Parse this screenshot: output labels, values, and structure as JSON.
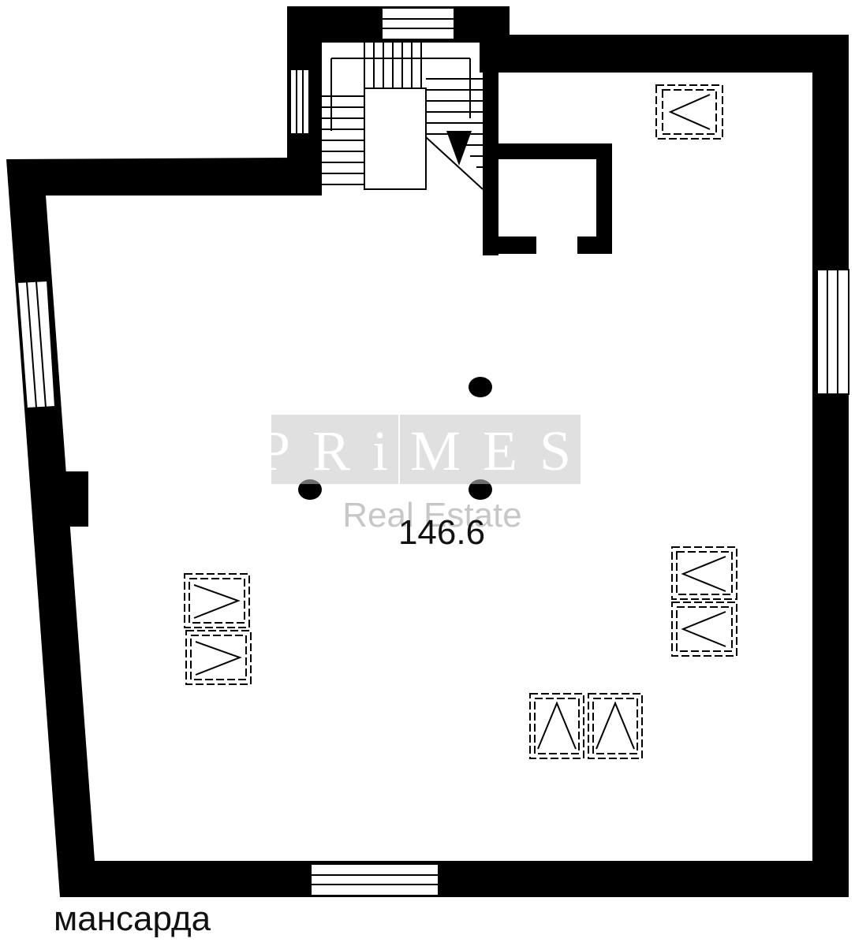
{
  "plan": {
    "area_label": "146.6",
    "floor_label": "мансарда"
  },
  "watermark": {
    "logo_text": "PRiMES",
    "sub_text": "Real Estate"
  },
  "colors": {
    "wall": "#000000",
    "floor": "#ffffff",
    "watermark": "#b8b8b8",
    "text": "#111111"
  },
  "icons": {
    "stairs": "staircase-icon",
    "column": "column-dot-icon",
    "skylight": "roof-window-icon",
    "window": "wall-window-icon"
  }
}
